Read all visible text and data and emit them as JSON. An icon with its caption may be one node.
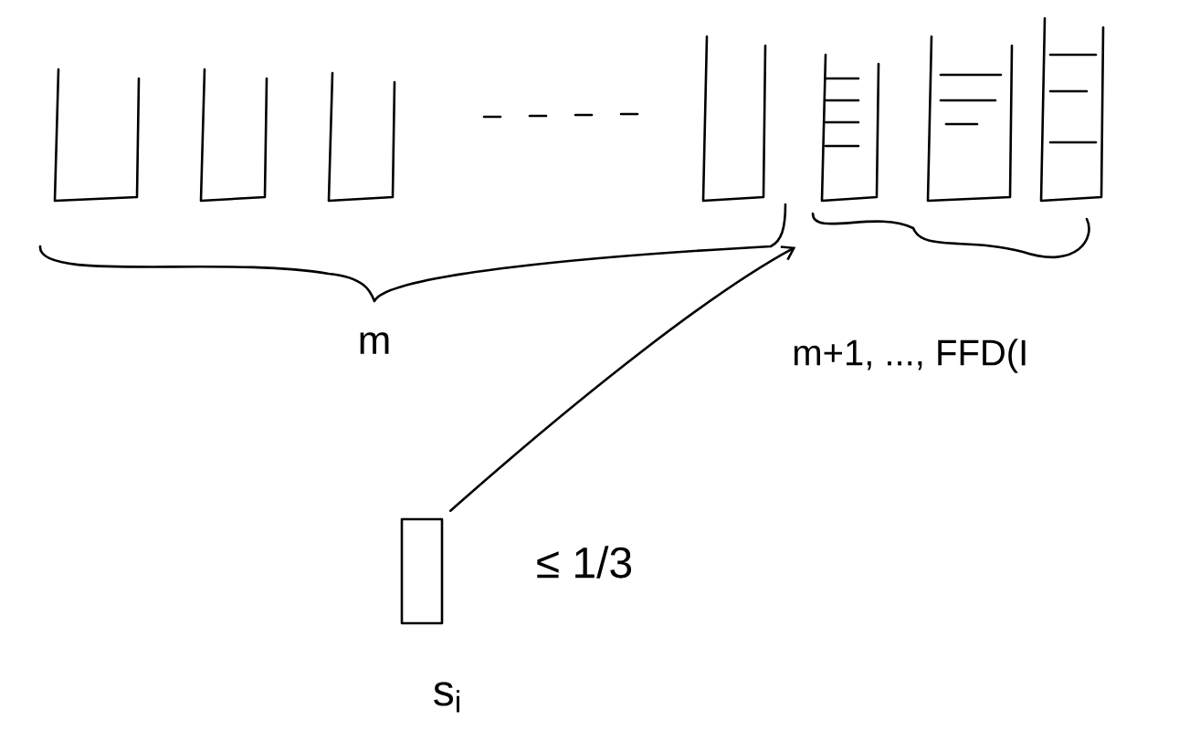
{
  "diagram": {
    "nodes": [
      {
        "text": [],
        "shape": "box"
      },
      {
        "text": [],
        "shape": "brace"
      }
    ],
    "edges": [
      {
        "from": 0,
        "to": 1,
        "arrow": "to"
      }
    ],
    "labels": [
      "m",
      "m+1, ..., FFD(I",
      "≤ 1/3",
      "s$_{i}$"
    ]
  }
}
